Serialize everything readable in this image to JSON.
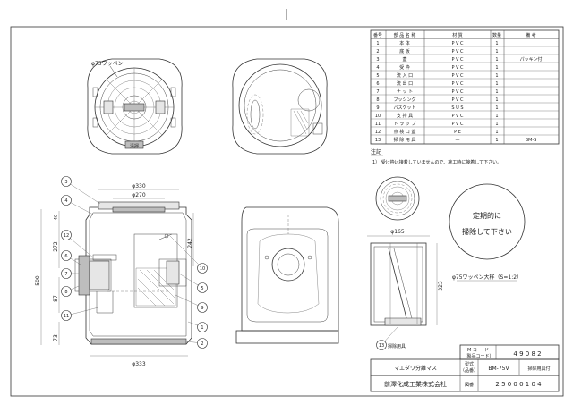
{
  "parts_table": {
    "headers": [
      "番号",
      "部 品 名 称",
      "材 質",
      "数量",
      "備 考"
    ],
    "rows": [
      {
        "no": "1",
        "name": "本 体",
        "material": "P V C",
        "qty": "1",
        "note": ""
      },
      {
        "no": "2",
        "name": "底 板",
        "material": "P V C",
        "qty": "1",
        "note": ""
      },
      {
        "no": "3",
        "name": "蓋",
        "material": "P V C",
        "qty": "1",
        "note": "パッキン付"
      },
      {
        "no": "4",
        "name": "受 枠",
        "material": "P V C",
        "qty": "1",
        "note": ""
      },
      {
        "no": "5",
        "name": "流 入 口",
        "material": "P V C",
        "qty": "1",
        "note": ""
      },
      {
        "no": "6",
        "name": "流 出 口",
        "material": "P V C",
        "qty": "1",
        "note": ""
      },
      {
        "no": "7",
        "name": "ナ ッ ト",
        "material": "P V C",
        "qty": "1",
        "note": ""
      },
      {
        "no": "8",
        "name": "ブッシング",
        "material": "P V C",
        "qty": "1",
        "note": ""
      },
      {
        "no": "9",
        "name": "バスケット",
        "material": "S U S",
        "qty": "1",
        "note": ""
      },
      {
        "no": "10",
        "name": "支 持 具",
        "material": "P V C",
        "qty": "1",
        "note": ""
      },
      {
        "no": "11",
        "name": "ト ラ ッ プ",
        "material": "P V C",
        "qty": "1",
        "note": ""
      },
      {
        "no": "12",
        "name": "点 検 口 蓋",
        "material": "P E",
        "qty": "1",
        "note": ""
      },
      {
        "no": "13",
        "name": "掃 除 用 具",
        "material": "—",
        "qty": "1",
        "note": "BM-S"
      }
    ]
  },
  "notes": {
    "heading": "注記",
    "line1": "1） 受け枠は接着していませんので、施工時に接着して下さい。"
  },
  "labels": {
    "phi75_top": "φ75ワッペン",
    "phi75_detail": "φ75ワッペン大样（S=1:2）",
    "cover_text": "定期的に\n掃除して下さい",
    "cover_text_1": "定期的に",
    "cover_text_2": "掃除して下さい",
    "cleaning_tool": "掃除用具",
    "stamp": "清掃"
  },
  "dimensions": {
    "d330": "φ330",
    "d270": "φ270",
    "d333": "φ333",
    "d165": "φ165",
    "h500": "500",
    "h272": "272",
    "h242": "242",
    "h87": "87",
    "h73": "73",
    "h40": "40",
    "h323": "323"
  },
  "callouts": [
    "1",
    "2",
    "3",
    "4",
    "5",
    "6",
    "7",
    "8",
    "9",
    "10",
    "11",
    "12",
    "13"
  ],
  "title_block": {
    "mcode_label": "M コ ー ド\n（製品コード）",
    "mcode_label_1": "M コ ー ド",
    "mcode_label_2": "（製品コード）",
    "mcode_value": "4 9 0 8 2",
    "product_name": "マエダワ分離マス",
    "model_label": "型式\n（品番）",
    "model_label_1": "型式",
    "model_label_2": "（品番）",
    "model_value": "BM-75V",
    "model_note": "掃除用具付",
    "company": "前澤化成工業株式会社",
    "drawing_no_label": "図番",
    "drawing_no_value": "2 5 0 0 0 1 0 4"
  }
}
